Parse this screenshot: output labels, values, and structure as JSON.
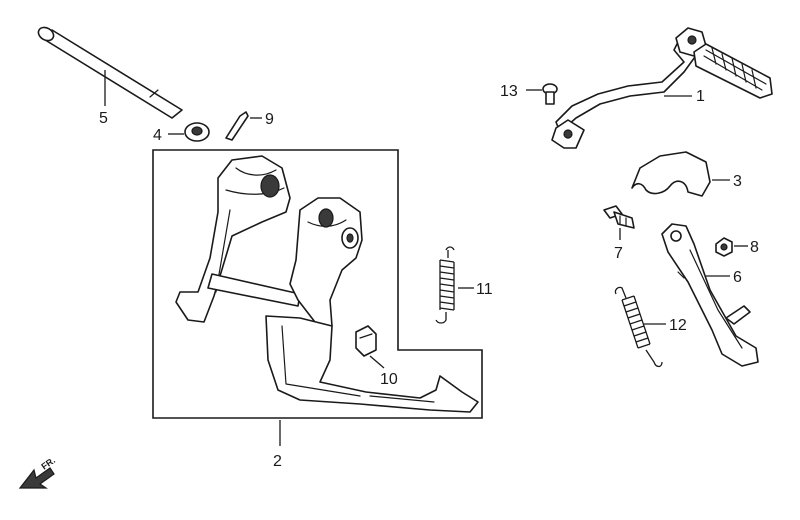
{
  "callouts": {
    "c1": "1",
    "c2": "2",
    "c3": "3",
    "c4": "4",
    "c5": "5",
    "c6": "6",
    "c7": "7",
    "c8": "8",
    "c9": "9",
    "c10": "10",
    "c11": "11",
    "c12": "12",
    "c13": "13"
  },
  "direction_marker": "FR."
}
